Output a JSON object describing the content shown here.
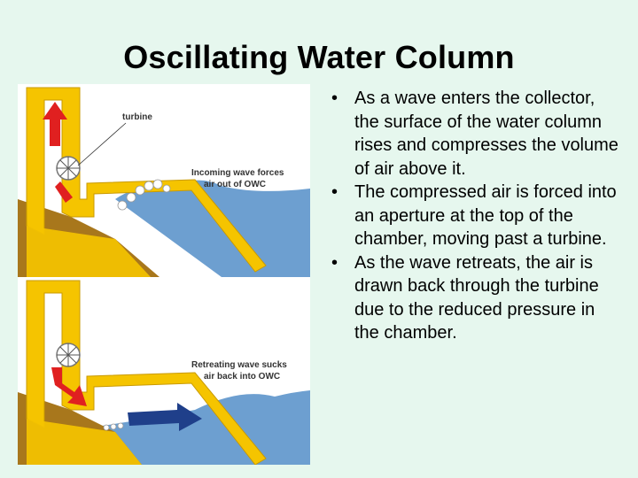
{
  "slide": {
    "title": "Oscillating Water Column"
  },
  "figure": {
    "top_panel": {
      "turbine_label": "turbine",
      "caption_line1": "Incoming wave forces",
      "caption_line2": "air out of OWC"
    },
    "bottom_panel": {
      "caption_line1": "Retreating wave sucks",
      "caption_line2": "air back into OWC"
    },
    "colors": {
      "structure": "#f5c400",
      "structure_outline": "#c99a00",
      "ground": "#a8771c",
      "water": "#6d9fd0",
      "air_arrow": "#e02020",
      "water_arrow": "#1f3f8a"
    }
  },
  "bullets": [
    {
      "marker": "•",
      "text": "As a wave enters the collector, the surface of the water column rises and compresses the volume of air above it."
    },
    {
      "marker": "•",
      "text": "The compressed air is forced into an aperture at the top of the chamber, moving past a turbine."
    },
    {
      "marker": "•",
      "text": "As the wave retreats, the air is drawn back through the turbine due to the reduced pressure in the chamber."
    }
  ]
}
